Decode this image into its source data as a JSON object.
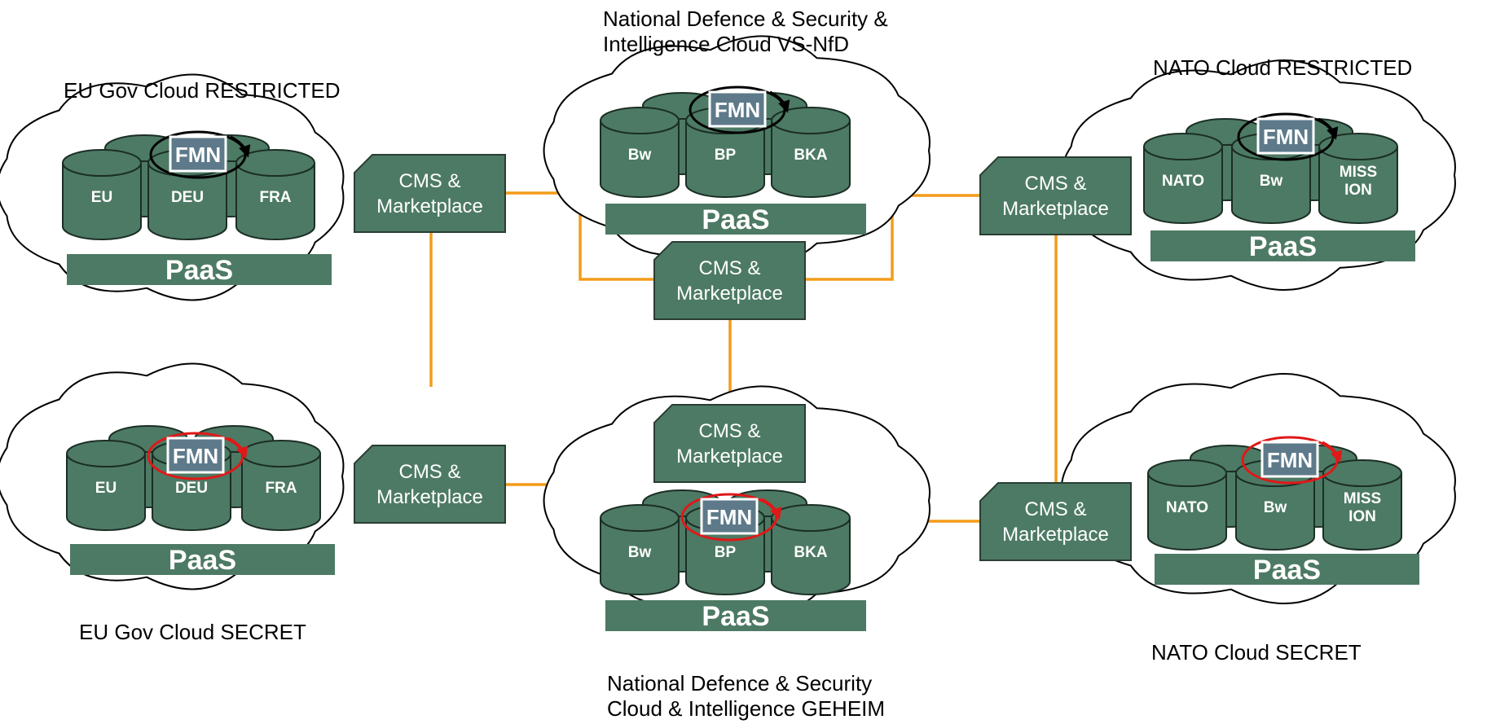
{
  "colors": {
    "node_green": "#4d7a64",
    "fmn_blue": "#5e7a8a",
    "connector_orange": "#f39c1a",
    "restricted_ring": "#000000",
    "secret_ring": "#e01818"
  },
  "clouds": [
    {
      "id": "eu-restricted",
      "title_lines": [
        "EU Gov Cloud RESTRICTED"
      ],
      "nodes": [
        "EU",
        "DEU",
        "FRA"
      ],
      "fmn_label": "FMN",
      "ring": "restricted",
      "platform_label": "PaaS"
    },
    {
      "id": "national-restricted",
      "title_lines": [
        "National Defence & Security &",
        "Intelligence Cloud VS-NfD"
      ],
      "nodes": [
        "Bw",
        "BP",
        "BKA"
      ],
      "fmn_label": "FMN",
      "ring": "restricted",
      "platform_label": "PaaS"
    },
    {
      "id": "nato-restricted",
      "title_lines": [
        "NATO Cloud RESTRICTED"
      ],
      "nodes": [
        "NATO",
        "Bw",
        "MISS|ION"
      ],
      "fmn_label": "FMN",
      "ring": "restricted",
      "platform_label": "PaaS"
    },
    {
      "id": "eu-secret",
      "title_lines": [
        "EU Gov Cloud SECRET"
      ],
      "nodes": [
        "EU",
        "DEU",
        "FRA"
      ],
      "fmn_label": "FMN",
      "ring": "secret",
      "platform_label": "PaaS"
    },
    {
      "id": "national-secret",
      "title_lines": [
        "National Defence & Security",
        "Cloud & Intelligence GEHEIM"
      ],
      "nodes": [
        "Bw",
        "BP",
        "BKA"
      ],
      "fmn_label": "FMN",
      "ring": "secret",
      "platform_label": "PaaS"
    },
    {
      "id": "nato-secret",
      "title_lines": [
        "NATO Cloud SECRET"
      ],
      "nodes": [
        "NATO",
        "Bw",
        "MISS|ION"
      ],
      "fmn_label": "FMN",
      "ring": "secret",
      "platform_label": "PaaS"
    }
  ],
  "cms_boxes": [
    {
      "id": "cms-eu-restricted",
      "lines": [
        "CMS &",
        "Marketplace"
      ]
    },
    {
      "id": "cms-national-restricted",
      "lines": [
        "CMS &",
        "Marketplace"
      ]
    },
    {
      "id": "cms-nato-restricted",
      "lines": [
        "CMS &",
        "Marketplace"
      ]
    },
    {
      "id": "cms-eu-secret",
      "lines": [
        "CMS &",
        "Marketplace"
      ]
    },
    {
      "id": "cms-national-secret",
      "lines": [
        "CMS &",
        "Marketplace"
      ]
    },
    {
      "id": "cms-nato-secret",
      "lines": [
        "CMS &",
        "Marketplace"
      ]
    }
  ]
}
